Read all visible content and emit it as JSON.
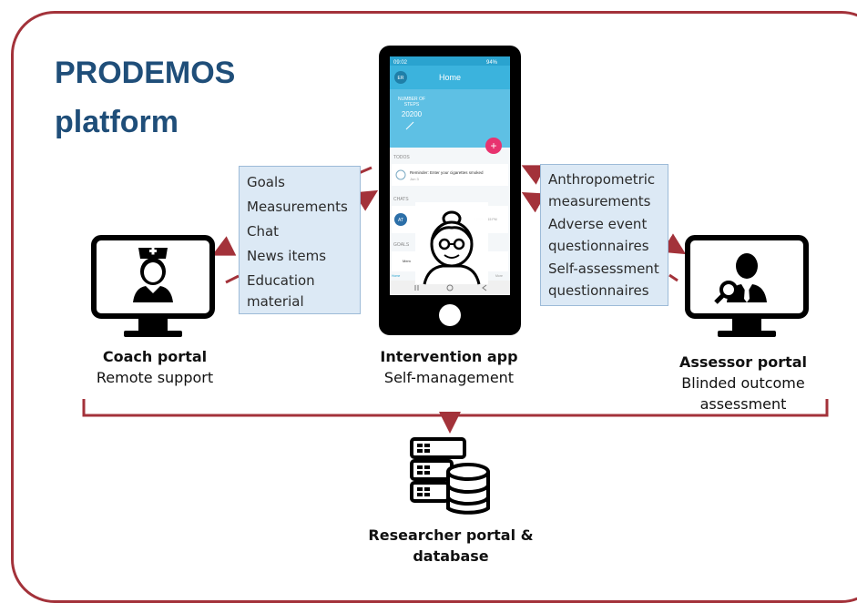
{
  "platform": {
    "title_line1": "PRODEMOS",
    "title_line2": "platform"
  },
  "app_screen": {
    "status_time": "09:02",
    "status_right": "94%",
    "avatar": "ER",
    "header_title": "Home",
    "steps_label_line1": "NUMBER OF",
    "steps_label_line2": "STEPS",
    "steps_value": "20200",
    "todos_label": "TODOS",
    "reminder_text": "Reminder: Enter your cigarettes smoked",
    "reminder_sub": "Jun 3",
    "chats_label": "CHATS",
    "chat_avatar": "AT",
    "chat_time": "6 2020, 9:15 PM",
    "goals_label": "GOALS",
    "goal_item": "Mem",
    "nav_home": "Home",
    "nav_more": "More"
  },
  "coach_box": {
    "items": [
      "Goals",
      "Measurements",
      "Chat",
      "News items",
      "Education",
      "material"
    ]
  },
  "assessor_box": {
    "items": [
      "Anthropometric",
      "measurements",
      "Adverse event",
      "questionnaires",
      "Self-assessment",
      "questionnaires"
    ]
  },
  "coach": {
    "title": "Coach portal",
    "subtitle": "Remote support"
  },
  "app": {
    "title": "Intervention app",
    "subtitle": "Self-management"
  },
  "assessor": {
    "title": "Assessor portal",
    "subtitle_line1": "Blinded outcome",
    "subtitle_line2": "assessment"
  },
  "researcher": {
    "title_line1": "Researcher portal &",
    "title_line2": "database"
  },
  "colors": {
    "accent": "#a3323a",
    "title": "#1f4e79",
    "box": "#dce9f5",
    "app_teal": "#3bb3dd",
    "fab_pink": "#e8336f"
  }
}
